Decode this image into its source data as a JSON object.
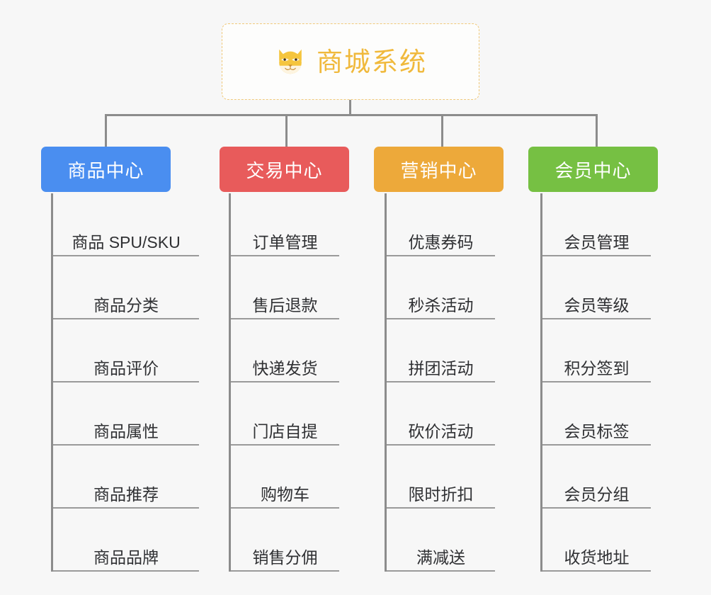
{
  "root": {
    "title": "商城系统",
    "icon": "shiba-dog-icon",
    "border_color": "#f0c97a",
    "text_color": "#f0b93c"
  },
  "canvas": {
    "background": "#f7f7f7",
    "connector_color": "#8c8c8c",
    "leaf_text_color": "#2f3033",
    "leaf_rule_color": "#9a9a9a"
  },
  "columns": [
    {
      "title": "商品中心",
      "color": "#4a8ef0",
      "items": [
        "商品 SPU/SKU",
        "商品分类",
        "商品评价",
        "商品属性",
        "商品推荐",
        "商品品牌"
      ]
    },
    {
      "title": "交易中心",
      "color": "#e85b5b",
      "items": [
        "订单管理",
        "售后退款",
        "快递发货",
        "门店自提",
        "购物车",
        "销售分佣"
      ]
    },
    {
      "title": "营销中心",
      "color": "#eda93a",
      "items": [
        "优惠券码",
        "秒杀活动",
        "拼团活动",
        "砍价活动",
        "限时折扣",
        "满减送"
      ]
    },
    {
      "title": "会员中心",
      "color": "#76c043",
      "items": [
        "会员管理",
        "会员等级",
        "积分签到",
        "会员标签",
        "会员分组",
        "收货地址"
      ]
    }
  ]
}
